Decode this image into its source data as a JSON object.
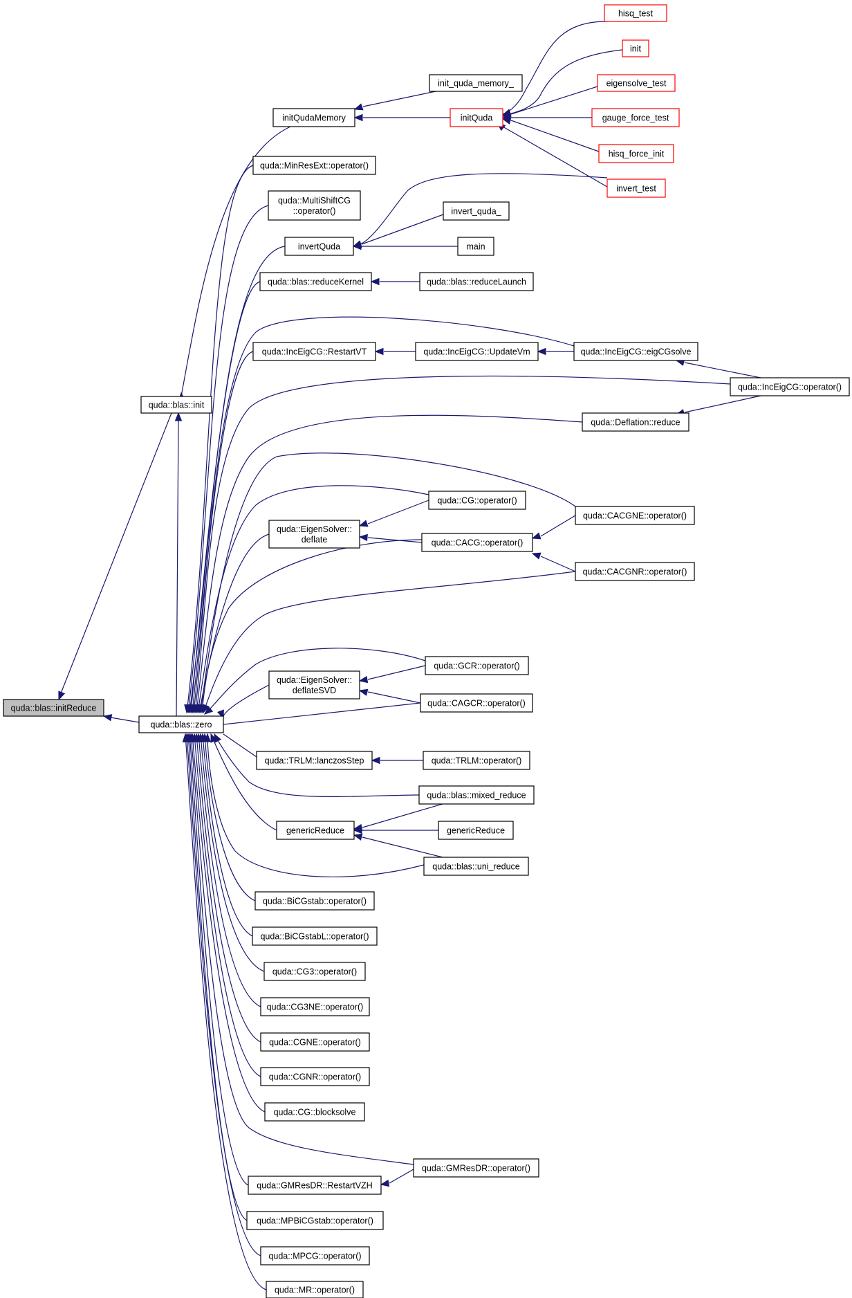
{
  "colors": {
    "edge": "#191970",
    "node_border": "#000000",
    "node_border_truncated": "#ff0000",
    "root_fill": "#bfbfbf",
    "background": "#ffffff"
  },
  "nodes": {
    "initReduce": [
      "quda::blas::initReduce"
    ],
    "zero": [
      "quda::blas::zero"
    ],
    "blasInit": [
      "quda::blas::init"
    ],
    "initQudaMemory": [
      "initQudaMemory"
    ],
    "init_quda_memory_": [
      "init_quda_memory_"
    ],
    "initQuda": [
      "initQuda"
    ],
    "hisq_test": [
      "hisq_test"
    ],
    "init": [
      "init"
    ],
    "eigensolve_test": [
      "eigensolve_test"
    ],
    "gauge_force_test": [
      "gauge_force_test"
    ],
    "hisq_force_init": [
      "hisq_force_init"
    ],
    "invert_test": [
      "invert_test"
    ],
    "minResExt": [
      "quda::MinResExt::operator()"
    ],
    "multiShiftCG": [
      "quda::MultiShiftCG",
      "::operator()"
    ],
    "invertQuda": [
      "invertQuda"
    ],
    "invert_quda_": [
      "invert_quda_"
    ],
    "main": [
      "main"
    ],
    "reduceKernel": [
      "quda::blas::reduceKernel"
    ],
    "reduceLaunch": [
      "quda::blas::reduceLaunch"
    ],
    "restartVT": [
      "quda::IncEigCG::RestartVT"
    ],
    "updateVm": [
      "quda::IncEigCG::UpdateVm"
    ],
    "eigCGsolve": [
      "quda::IncEigCG::eigCGsolve"
    ],
    "incEigOp": [
      "quda::IncEigCG::operator()"
    ],
    "deflationReduce": [
      "quda::Deflation::reduce"
    ],
    "cgOp": [
      "quda::CG::operator()"
    ],
    "deflate": [
      "quda::EigenSolver::",
      "deflate"
    ],
    "cacgneOp": [
      "quda::CACGNE::operator()"
    ],
    "cacgOp": [
      "quda::CACG::operator()"
    ],
    "cacgnrOp": [
      "quda::CACGNR::operator()"
    ],
    "gcrOp": [
      "quda::GCR::operator()"
    ],
    "deflateSVD": [
      "quda::EigenSolver::",
      "deflateSVD"
    ],
    "cagcrOp": [
      "quda::CAGCR::operator()"
    ],
    "lanczosStep": [
      "quda::TRLM::lanczosStep"
    ],
    "trlmOp": [
      "quda::TRLM::operator()"
    ],
    "mixedReduce": [
      "quda::blas::mixed_reduce"
    ],
    "genericReduce": [
      "genericReduce"
    ],
    "genericReduce2": [
      "genericReduce"
    ],
    "uniReduce": [
      "quda::blas::uni_reduce"
    ],
    "bicgstab": [
      "quda::BiCGstab::operator()"
    ],
    "bicgstabL": [
      "quda::BiCGstabL::operator()"
    ],
    "cg3": [
      "quda::CG3::operator()"
    ],
    "cg3ne": [
      "quda::CG3NE::operator()"
    ],
    "cgne": [
      "quda::CGNE::operator()"
    ],
    "cgnr": [
      "quda::CGNR::operator()"
    ],
    "cgBlock": [
      "quda::CG::blocksolve"
    ],
    "gmresdrOp": [
      "quda::GMResDR::operator()"
    ],
    "restartVZH": [
      "quda::GMResDR::RestartVZH"
    ],
    "mpbicgstab": [
      "quda::MPBiCGstab::operator()"
    ],
    "mpcg": [
      "quda::MPCG::operator()"
    ],
    "mr": [
      "quda::MR::operator()"
    ]
  }
}
